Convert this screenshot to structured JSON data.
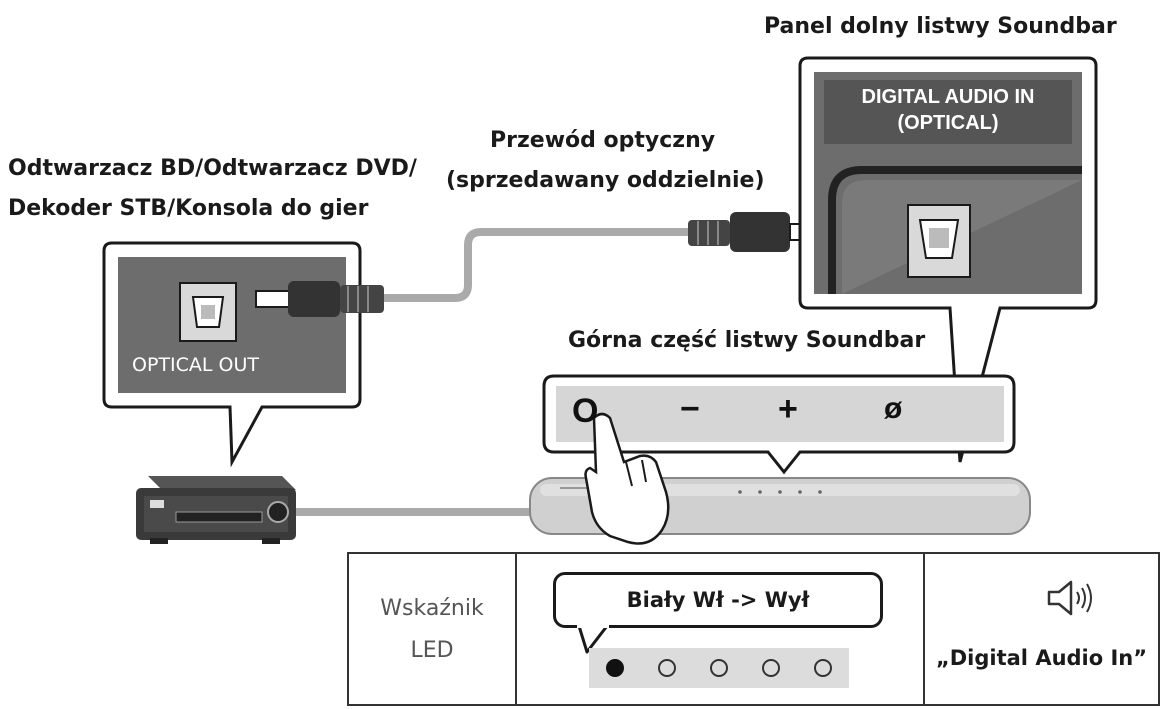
{
  "labels": {
    "player_line1": "Odtwarzacz BD/Odtwarzacz DVD/",
    "player_line2": "Dekoder STB/Konsola do gier",
    "cable_line1": "Przewód optyczny",
    "cable_line2": "(sprzedawany oddzielnie)",
    "bottom_panel": "Panel dolny listwy Soundbar",
    "top_part": "Górna część listwy Soundbar"
  },
  "ports": {
    "optical_out": "OPTICAL OUT",
    "digital_in_line1": "DIGITAL AUDIO IN",
    "digital_in_line2": "(OPTICAL)"
  },
  "buttons": {
    "power": "O",
    "volume_down": "−",
    "volume_up": "+",
    "mic": "ø"
  },
  "led_table": {
    "indicator_line1": "Wskaźnik",
    "indicator_line2": "LED",
    "status": "Biały Wł -> Wył",
    "leds": [
      true,
      false,
      false,
      false,
      false
    ],
    "mode": "„Digital Audio In”"
  },
  "icons": {
    "speaker": "speaker-icon"
  }
}
